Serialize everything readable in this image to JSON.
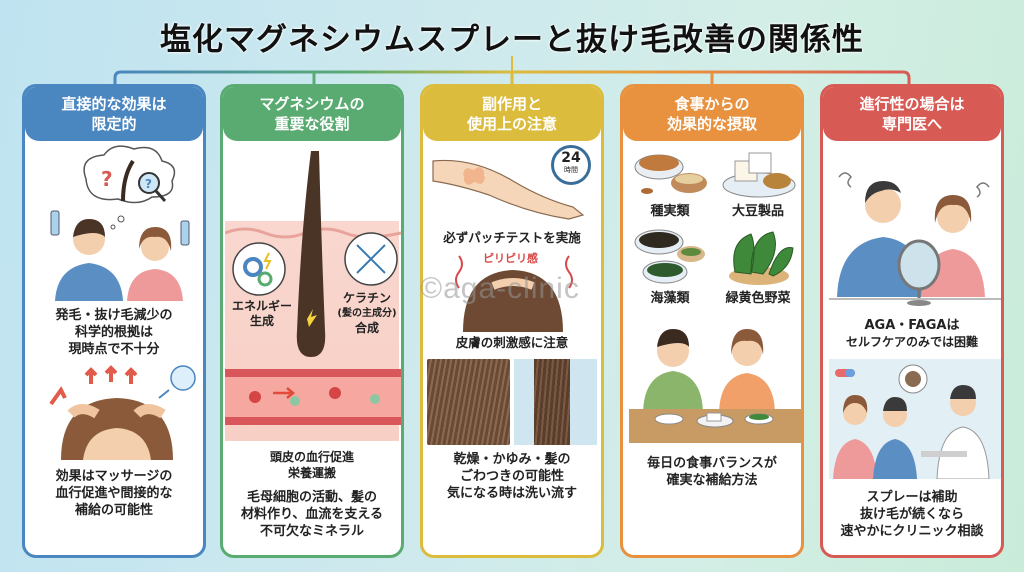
{
  "title": "塩化マグネシウムスプレーと抜け毛改善の関係性",
  "watermark": "©aga-clinic",
  "colors": {
    "blue": "#4a86c0",
    "green": "#5aab72",
    "yellow": "#dcbc3c",
    "orange": "#e8913e",
    "red": "#d85a54"
  },
  "cards": [
    {
      "header": [
        "直接的な効果は",
        "限定的"
      ],
      "caption1": [
        "発毛・抜け毛減少の",
        "科学的根拠は",
        "現時点で不十分"
      ],
      "caption2": [
        "効果はマッサージの",
        "血行促進や間接的な",
        "補給の可能性"
      ]
    },
    {
      "header": [
        "マグネシウムの",
        "重要な役割"
      ],
      "label_left": [
        "エネルギー",
        "生成"
      ],
      "label_right": [
        "ケラチン",
        "(髪の主成分)",
        "合成"
      ],
      "caption1": [
        "頭皮の血行促進",
        "栄養運搬"
      ],
      "caption2": [
        "毛母細胞の活動、髪の",
        "材料作り、血流を支える",
        "不可欠なミネラル"
      ]
    },
    {
      "header": [
        "副作用と",
        "使用上の注意"
      ],
      "timer_value": "24",
      "timer_unit": "時間",
      "caption1": "必ずパッチテストを実施",
      "tingle_label": "ピリピリ感",
      "caption2": "皮膚の刺激感に注意",
      "caption3": [
        "乾燥・かゆみ・髪の",
        "ごわつきの可能性",
        "気になる時は洗い流す"
      ]
    },
    {
      "header": [
        "食事からの",
        "効果的な摂取"
      ],
      "foods": [
        "種実類",
        "大豆製品",
        "海藻類",
        "緑黄色野菜"
      ],
      "caption": [
        "毎日の食事バランスが",
        "確実な補給方法"
      ]
    },
    {
      "header": [
        "進行性の場合は",
        "専門医へ"
      ],
      "caption1": [
        "AGA・FAGAは",
        "セルフケアのみでは困難"
      ],
      "caption2": [
        "スプレーは補助",
        "抜け毛が続くなら",
        "速やかにクリニック相談"
      ]
    }
  ]
}
